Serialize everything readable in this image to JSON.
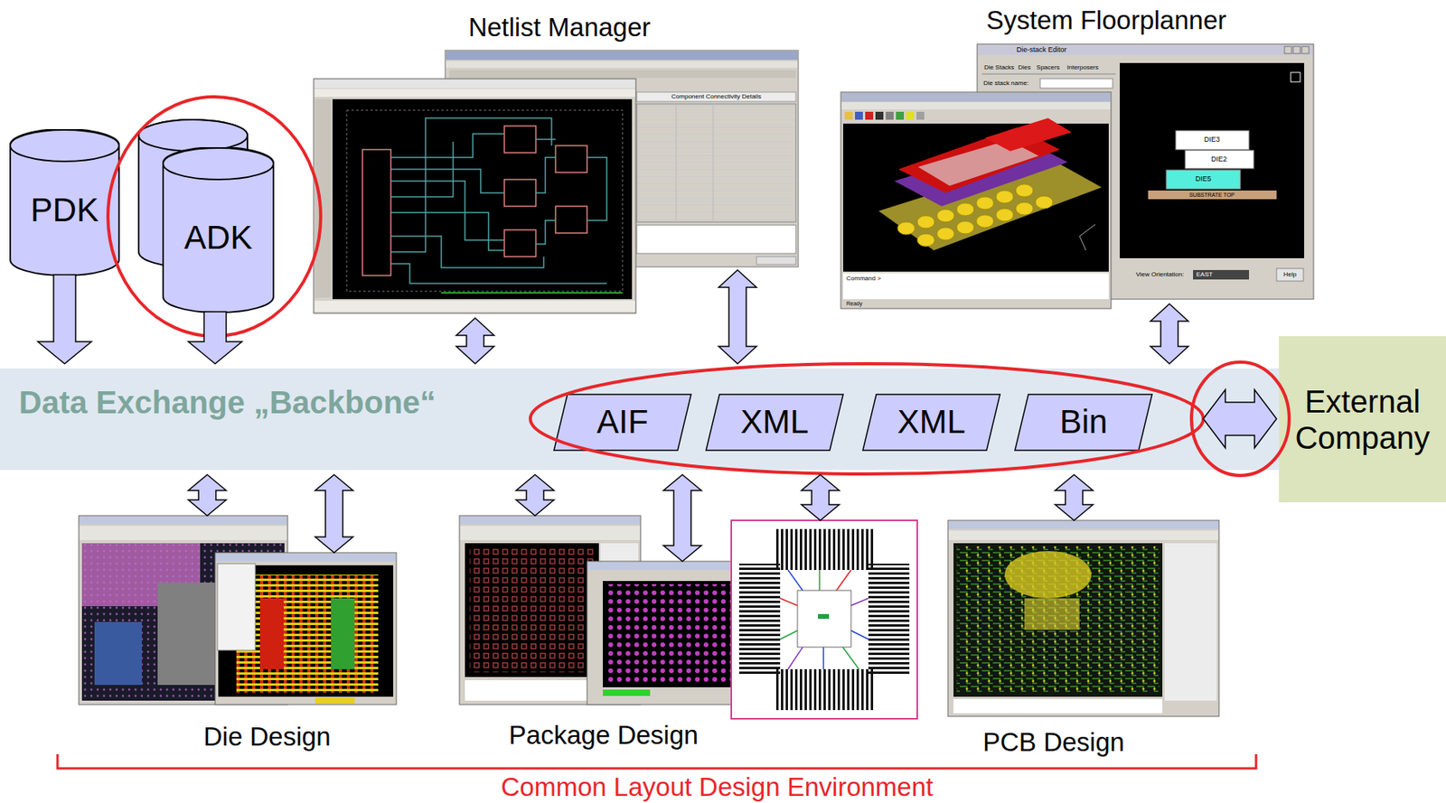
{
  "diagram": {
    "nodes": [
      {
        "text": [
          "PDK"
        ]
      },
      {
        "text": [
          "ADK"
        ]
      },
      {
        "text": [
          "Netlist Manager"
        ]
      },
      {
        "text": [
          "System Floorplanner"
        ]
      },
      {
        "text": [
          "Data Exchange „Backbone“"
        ]
      },
      {
        "text": [
          "AIF"
        ],
        "in": 4
      },
      {
        "text": [
          "XML"
        ],
        "in": 4
      },
      {
        "text": [
          "XML"
        ],
        "in": 4
      },
      {
        "text": [
          "Bin"
        ],
        "in": 4
      },
      {
        "text": [
          "External Company"
        ]
      },
      {
        "text": [
          "Die Design"
        ]
      },
      {
        "text": [
          "Package Design"
        ]
      },
      {
        "text": [
          "PCB Design"
        ]
      }
    ],
    "edges": [
      {
        "from": 0,
        "to": 4,
        "arrow": "to"
      },
      {
        "from": 1,
        "to": 4,
        "arrow": "to"
      },
      {
        "from": 2,
        "to": 4,
        "arrow": "both"
      },
      {
        "from": 2,
        "to": 4,
        "arrow": "both"
      },
      {
        "from": 3,
        "to": 4,
        "arrow": "both"
      },
      {
        "from": 4,
        "to": 10,
        "arrow": "both"
      },
      {
        "from": 4,
        "to": 10,
        "arrow": "both"
      },
      {
        "from": 4,
        "to": 11,
        "arrow": "both"
      },
      {
        "from": 4,
        "to": 11,
        "arrow": "both"
      },
      {
        "from": 4,
        "to": 11,
        "arrow": "both"
      },
      {
        "from": 4,
        "to": 12,
        "arrow": "both"
      },
      {
        "from": 8,
        "to": 9,
        "arrow": "both"
      }
    ],
    "labels": [
      "Common Layout Design Environment",
      "Die-stack Editor",
      "Die Stacks",
      "Dies",
      "Spacers",
      "Interposers",
      "Die stack name:",
      "DIE3",
      "DIE2",
      "DIE5",
      "SUBSTRATE TOP",
      "View Orientation:",
      "EAST",
      "Help",
      "Component Connectivity Details",
      "Command >",
      "Ready"
    ]
  }
}
